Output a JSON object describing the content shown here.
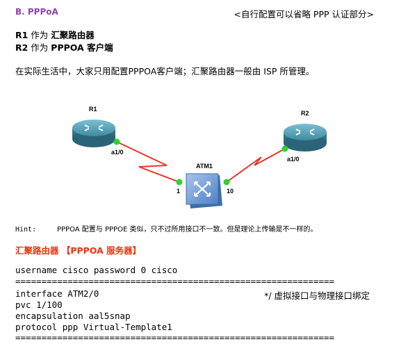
{
  "section": {
    "title": "B. PPPoA",
    "note": "<自行配置可以省略 PPP 认证部分>"
  },
  "roles": [
    {
      "key": "R1",
      "text": " 作为 ",
      "value": "汇聚路由器"
    },
    {
      "key": "R2",
      "text": " 作为 ",
      "value": "PPPOA 客户端"
    }
  ],
  "paragraph": "在实际生活中，大家只用配置PPPOA客户端；汇聚路由器一般由 ISP 所管理。",
  "diagram": {
    "r1_label": "R1",
    "r2_label": "R2",
    "atm_label": "ATM1",
    "r1_port": "a1/0",
    "r2_port": "a1/0",
    "atm_port_left": "1",
    "atm_port_right": "10",
    "colors": {
      "router": "#3f8aa0",
      "link": "#e8342b",
      "port": "#2fd12f",
      "switch": "#5b8fd6"
    }
  },
  "hint": {
    "label": "Hint:",
    "text": "PPPOA 配置与 PPPOE 类似，只不过所用接口不一致。但是理论上传输是不一样的。"
  },
  "server_title": "汇聚路由器 【PPPOA 服务器】",
  "code": {
    "line1": "username cisco password 0 cisco",
    "separator": "=============================================================",
    "line2": "interface ATM2/0",
    "line2_comment": "*/ 虚拟接口与物理接口绑定",
    "line3": "pvc 1/100",
    "line4": "encapsulation aal5snap",
    "line5": "protocol ppp Virtual-Template1"
  }
}
